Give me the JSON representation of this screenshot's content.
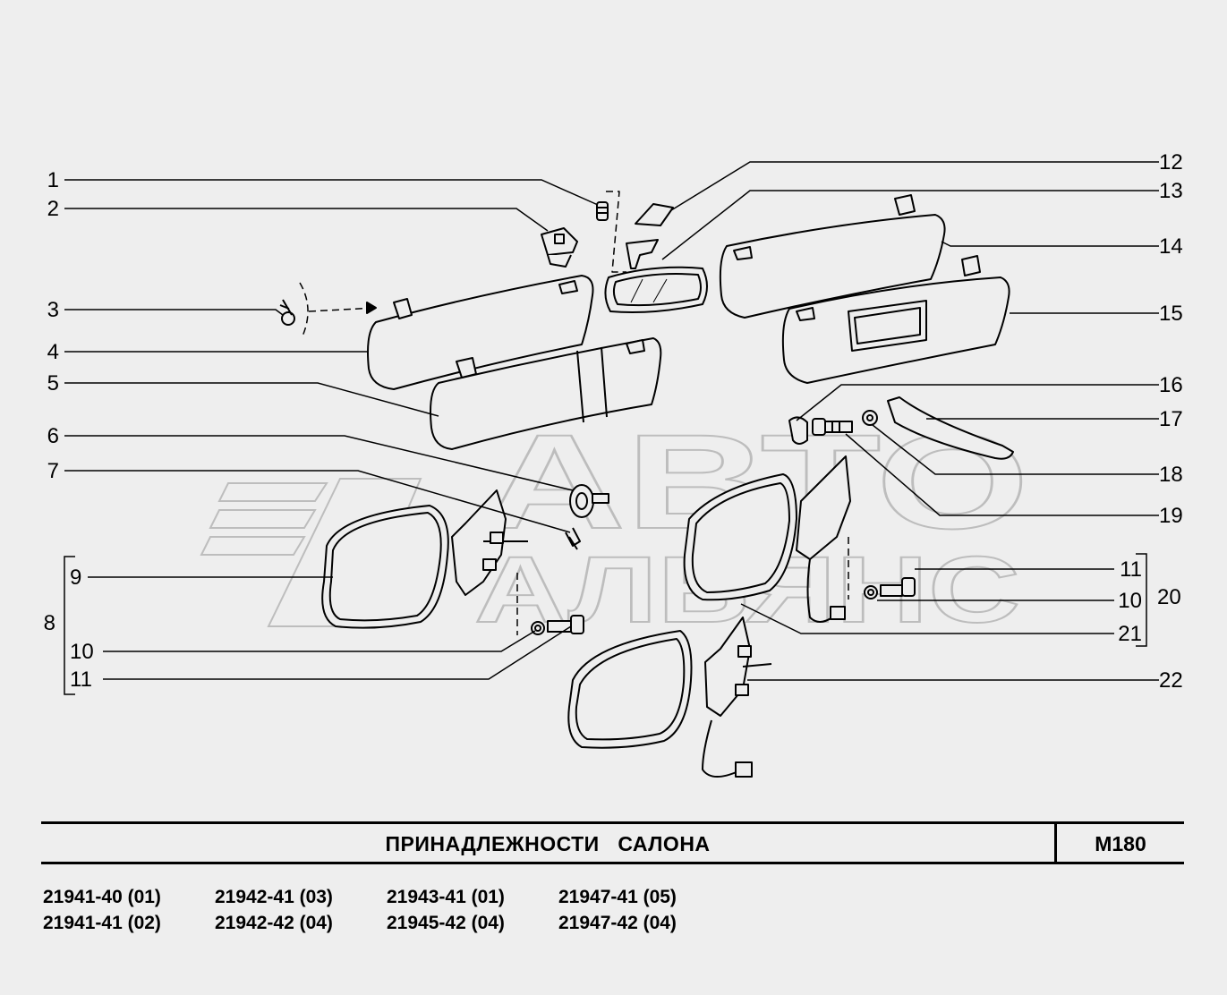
{
  "title": "ПРИНАДЛЕЖНОСТИ   САЛОНА",
  "page_code": "М180",
  "watermark": {
    "line1": "АВТО",
    "line2": "АЛЬЯНС"
  },
  "callouts_left": [
    "1",
    "2",
    "3",
    "4",
    "5",
    "6",
    "7",
    "9",
    "8",
    "10",
    "11"
  ],
  "callouts_right": [
    "12",
    "13",
    "14",
    "15",
    "16",
    "17",
    "18",
    "19",
    "11",
    "10",
    "20",
    "21",
    "22"
  ],
  "models": [
    "21941-40 (01)",
    "21942-41 (03)",
    "21943-41 (01)",
    "21947-41 (05)",
    "21941-41 (02)",
    "21942-42 (04)",
    "21945-42 (04)",
    "21947-42 (04)"
  ],
  "colors": {
    "background": "#eeeeee",
    "ink": "#000000",
    "watermark": "#bdbdbd"
  }
}
